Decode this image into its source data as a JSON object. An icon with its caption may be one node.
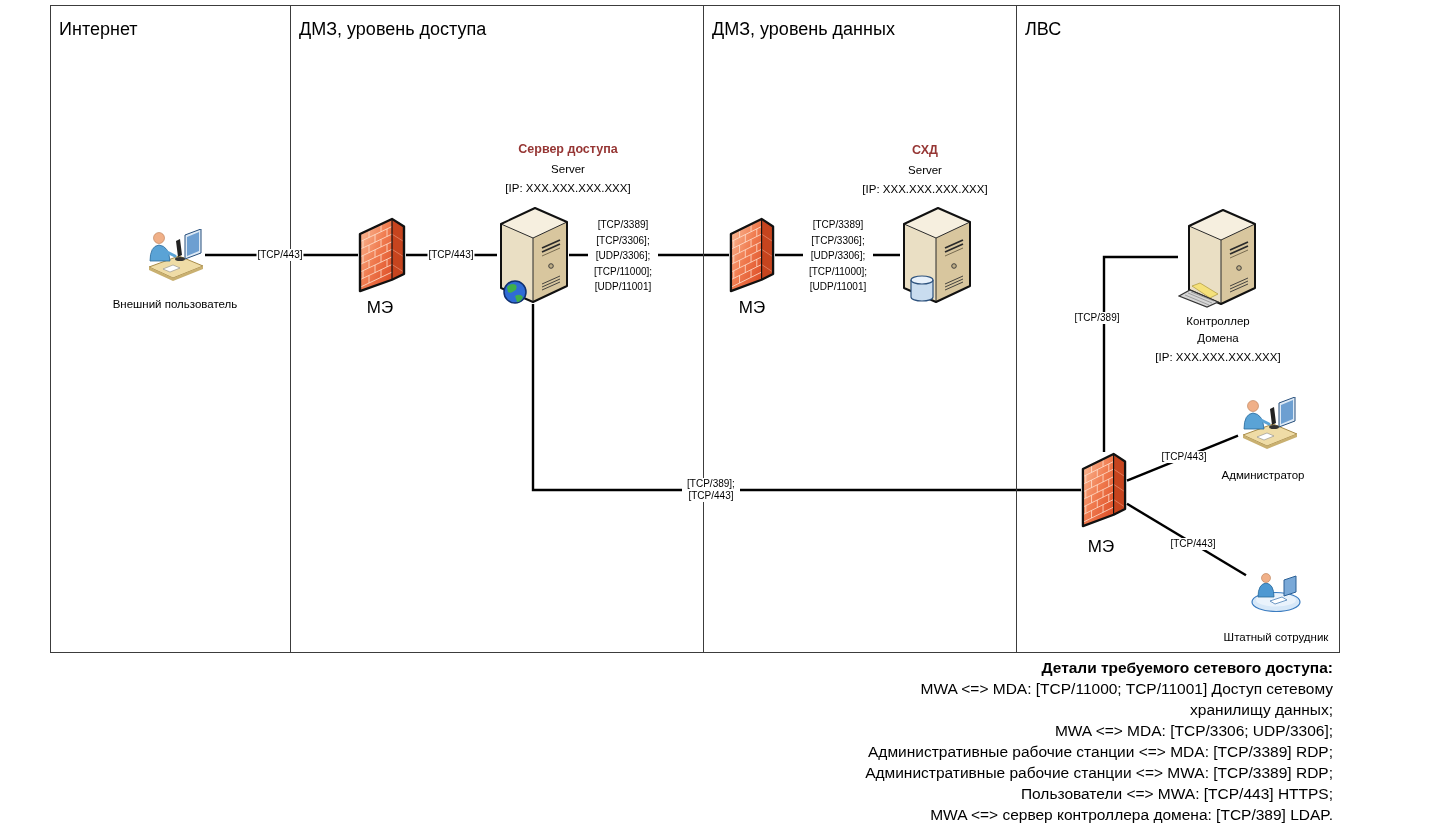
{
  "diagram": {
    "nodes": [
      {
        "text": [
          "Интернет"
        ]
      },
      {
        "text": [
          "Внешний пользователь"
        ],
        "in": 0
      },
      {
        "text": [
          "ДМЗ, уровень доступа"
        ]
      },
      {
        "text": [
          "МЭ"
        ],
        "in": 2
      },
      {
        "text": [
          "Сервер доступа",
          "Server",
          "[IP: XXX.XXX.XXX.XXX]"
        ],
        "in": 2
      },
      {
        "text": [
          "ДМЗ, уровень данных"
        ]
      },
      {
        "text": [
          "МЭ"
        ],
        "in": 5
      },
      {
        "text": [
          "СХД",
          "Server",
          "[IP: XXX.XXX.XXX.XXX]"
        ],
        "in": 5
      },
      {
        "text": [
          "ЛВС"
        ]
      },
      {
        "text": [
          "Контроллер Домена",
          "[IP: XXX.XXX.XXX.XXX]"
        ],
        "in": 8
      },
      {
        "text": [
          "Администратор"
        ],
        "in": 8
      },
      {
        "text": [
          "МЭ"
        ],
        "in": 8
      },
      {
        "text": [
          "Штатный сотрудник"
        ],
        "in": 8
      }
    ],
    "edges": [
      {
        "from": 1,
        "to": 3,
        "arrow": "none",
        "label": "[TCP/443]"
      },
      {
        "from": 3,
        "to": 4,
        "arrow": "none",
        "label": "[TCP/443]"
      },
      {
        "from": 4,
        "to": 6,
        "arrow": "none",
        "label": "[TCP/3389] [TCP/3306]; [UDP/3306]; [TCP/11000]; [UDP/11001]"
      },
      {
        "from": 6,
        "to": 7,
        "arrow": "none",
        "label": "[TCP/3389] [TCP/3306]; [UDP/3306]; [TCP/11000]; [UDP/11001]"
      },
      {
        "from": 4,
        "to": 11,
        "arrow": "none",
        "label": "[TCP/389]; [TCP/443]"
      },
      {
        "from": 9,
        "to": 11,
        "arrow": "none",
        "label": "[TCP/389]"
      },
      {
        "from": 11,
        "to": 10,
        "arrow": "none",
        "label": "[TCP/443]"
      },
      {
        "from": 11,
        "to": 12,
        "arrow": "none",
        "label": "[TCP/443]"
      }
    ],
    "labels": [
      "Детали требуемого сетевого доступа:",
      "MWA <=> MDA: [TCP/11000; TCP/11001] Доступ сетевому хранилищу данных;",
      "MWA <=> MDA: [TCP/3306; UDP/3306];",
      "Административные рабочие станции <=> MDA: [TCP/3389] RDP;",
      "Административные рабочие станции <=> MWA: [TCP/3389] RDP;",
      "Пользователи <=> MWA: [TCP/443] HTTPS;",
      "MWA <=> сервер контроллера домена: [TCP/389] LDAP."
    ]
  }
}
